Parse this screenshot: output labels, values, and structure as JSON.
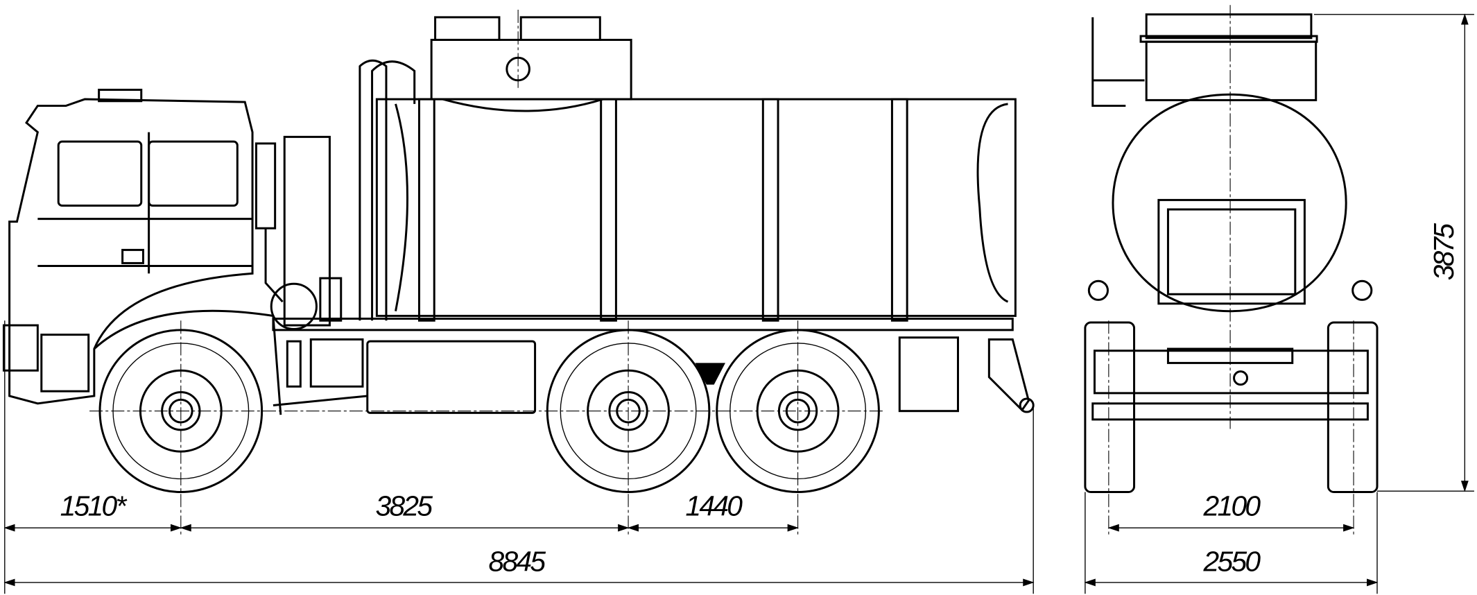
{
  "drawing": {
    "side_view": {
      "dimensions": {
        "front_overhang": "1510*",
        "wheelbase_front": "3825",
        "wheelbase_rear": "1440",
        "overall_length": "8845"
      }
    },
    "front_view": {
      "dimensions": {
        "track": "2100",
        "overall_width": "2550",
        "overall_height": "3875"
      }
    }
  }
}
